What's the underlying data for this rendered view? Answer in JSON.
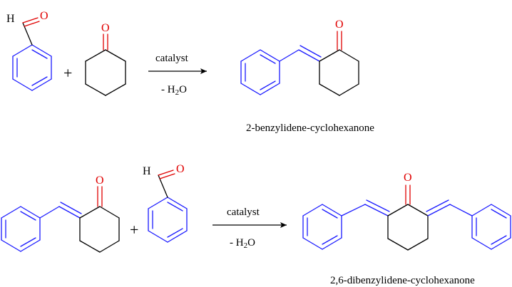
{
  "colors": {
    "ring_bond": "#1a1aff",
    "oxygen": "#e00000",
    "skeleton_bond": "#000000"
  },
  "atoms": {
    "hydrogen": "H",
    "oxygen": "O"
  },
  "plus_sign": "+",
  "reactions": [
    {
      "conditions_above": "catalyst",
      "conditions_below_prefix": "- H",
      "conditions_below_subscript": "2",
      "conditions_below_suffix": "O",
      "product_name": "2-benzylidene-cyclohexanone"
    },
    {
      "conditions_above": "catalyst",
      "conditions_below_prefix": "- H",
      "conditions_below_subscript": "2",
      "conditions_below_suffix": "O",
      "product_name": "2,6-dibenzylidene-cyclohexanone"
    }
  ]
}
